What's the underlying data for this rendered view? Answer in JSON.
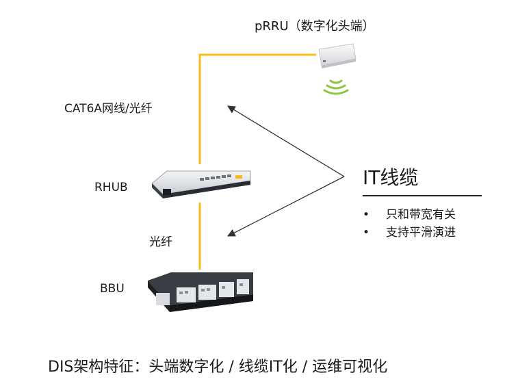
{
  "prru": {
    "title": "pRRU（数字化头端）"
  },
  "cables": {
    "cat6a_label": "CAT6A网线/光纤",
    "fiber_label": "光纤"
  },
  "rhub": {
    "label": "RHUB"
  },
  "bbu": {
    "label": "BBU"
  },
  "it_cable": {
    "title": "IT线缆",
    "bullets": [
      "只和带宽有关",
      "支持平滑演进"
    ]
  },
  "footer": {
    "text": "DIS架构特征：头端数字化 / 线缆IT化 / 运维可视化"
  },
  "colors": {
    "cable": "#f5bd1e",
    "wifi": "#8cc63f",
    "arrow": "#333333",
    "device_dark": "#2a2c33",
    "device_light": "#e9ebee"
  }
}
